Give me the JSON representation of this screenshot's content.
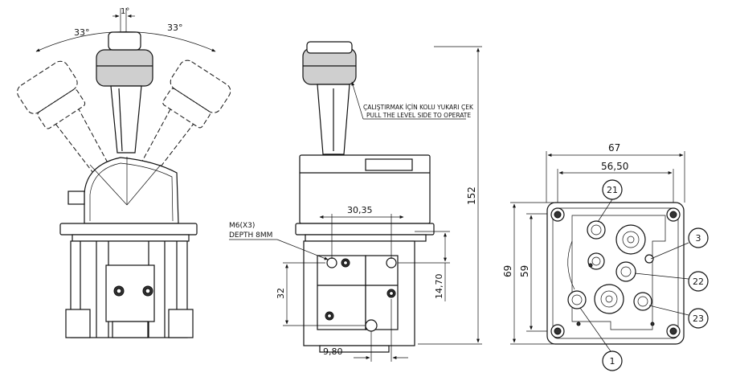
{
  "angles": {
    "left": "33°",
    "right": "33°",
    "center": "1°"
  },
  "note": {
    "tr": "ÇALIŞTIRMAK İÇİN KOLU YUKARI ÇEK",
    "en": "PULL THE LEVEL SIDE TO OPERATE"
  },
  "thread": {
    "line1": "M6(X3)",
    "line2": "DEPTH 8MM"
  },
  "dims": {
    "height": "152",
    "hole_spacing": "30,35",
    "hole_offset_h": "14,70",
    "hole_offset_v": "32",
    "bottom_offset": "9,80",
    "width_outer": "67",
    "width_inner": "56,50",
    "height_outer": "69",
    "height_inner": "59"
  },
  "ports": [
    "21",
    "3",
    "22",
    "23",
    "1"
  ]
}
